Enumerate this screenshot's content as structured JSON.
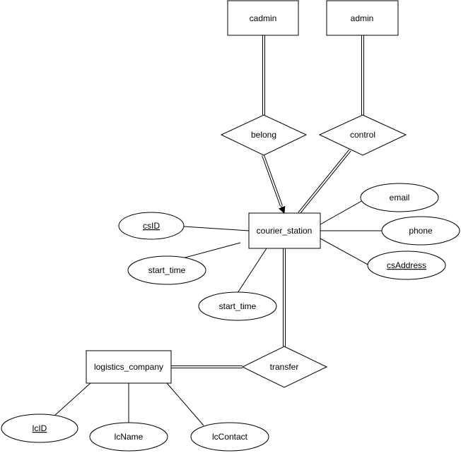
{
  "entities": {
    "cadmin": "cadmin",
    "admin": "admin",
    "courier_station": "courier_station",
    "logistics_company": "logistics_company"
  },
  "relationships": {
    "belong": "belong",
    "control": "control",
    "transfer": "transfer"
  },
  "attributes": {
    "csID": "csID",
    "start_time_1": "start_time",
    "start_time_2": "start_time",
    "email": "email",
    "phone": "phone",
    "csAddress": "csAddress",
    "lcID": "lcID",
    "lcName": "lcName",
    "lcContact": "lcContact"
  }
}
